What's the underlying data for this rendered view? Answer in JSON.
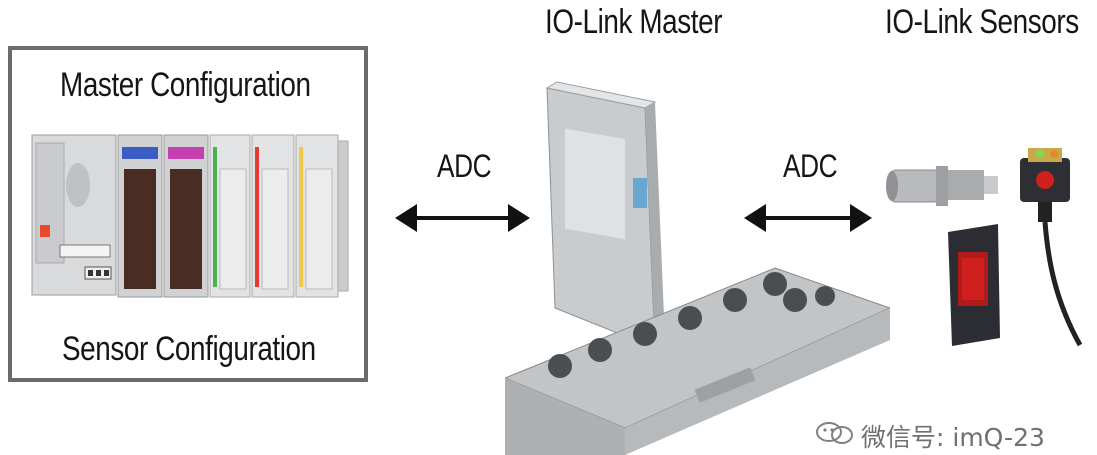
{
  "labels": {
    "master_configuration": "Master Configuration",
    "sensor_configuration": "Sensor Configuration",
    "io_link_master": "IO-Link Master",
    "io_link_sensors": "IO-Link Sensors",
    "adc_left": "ADC",
    "adc_right": "ADC"
  },
  "watermark": {
    "text": "微信号: imQ-23",
    "icon": "wechat-icon"
  },
  "colors": {
    "border": "#6b6b6b",
    "arrow": "#111111",
    "module_green": "#4caf50",
    "module_red": "#e53935",
    "module_yellow": "#f2c84b",
    "module_blue": "#3b5cc4",
    "module_magenta": "#c43fb0",
    "sensor_red": "#d0201e"
  }
}
